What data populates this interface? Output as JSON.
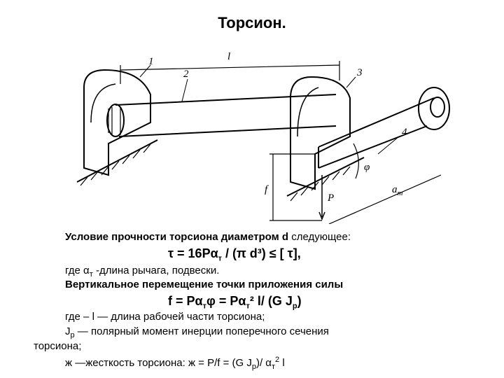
{
  "title": "Торсион.",
  "figure": {
    "labels": {
      "length": "l",
      "part1": "1",
      "part2": "2",
      "part3": "3",
      "part4": "4",
      "angle": "φ",
      "force": "P",
      "arm": "a",
      "arm_sub": "т",
      "deflection": "f"
    }
  },
  "text": {
    "line1_bold": "Условие прочности торсиона диаметром",
    "line1_var": "d",
    "line1_rest": "следующее:",
    "formula1": "τ = 16Pα",
    "formula1_sub": "т",
    "formula1_rest": " / (π d³) ≤ [ τ],",
    "line2": "где α",
    "line2_sub": "т",
    "line2_rest": " -длина рычага, подвески.",
    "line3": "Вертикальное перемещение точки приложения силы",
    "formula2_a": "f = Pα",
    "formula2_sub1": "т",
    "formula2_b": "φ = Pα",
    "formula2_sub2": "т",
    "formula2_c": "² l/ (G J",
    "formula2_sub3": "р",
    "formula2_d": ")",
    "line4": "где –  l — длина рабочей части торсиона;",
    "line5a": "J",
    "line5_sub": "р",
    "line5b": " — полярный момент инерции поперечного сечения",
    "line6": "торсиона;",
    "line7a": "ж —жесткость торсиона: ж = P/f = (G J",
    "line7_sub": "р",
    "line7b": ")/ α",
    "line7_sub2": "т",
    "line7_sup": "2",
    "line7c": " l"
  }
}
